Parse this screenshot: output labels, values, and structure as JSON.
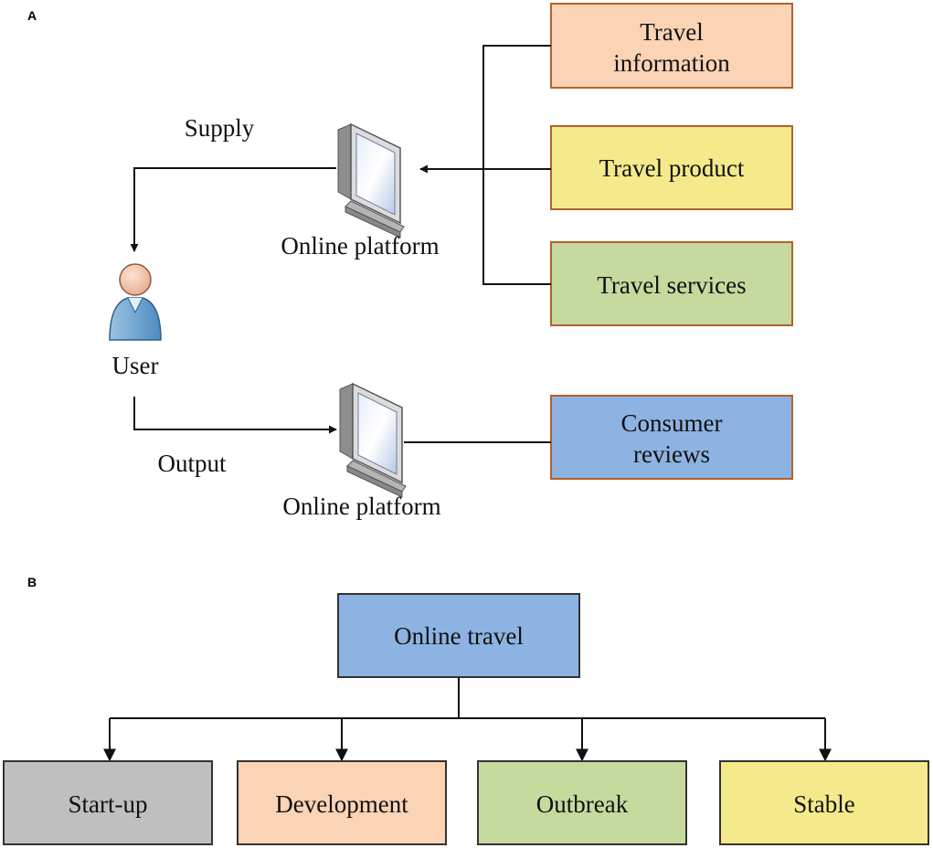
{
  "panel_a": {
    "tag": "A",
    "sources": [
      {
        "line1": "Travel",
        "line2": "information",
        "color": "#fbd3b5"
      },
      {
        "line1": "Travel product",
        "line2": "",
        "color": "#f4ea8b"
      },
      {
        "line1": "Travel services",
        "line2": "",
        "color": "#c6da9e"
      }
    ],
    "reviews": {
      "line1": "Consumer",
      "line2": "reviews",
      "color": "#8db3e2"
    },
    "supply_label": "Supply",
    "output_label": "Output",
    "platform_top_label": "Online platform",
    "platform_bottom_label": "Online platform",
    "user_label": "User"
  },
  "panel_b": {
    "tag": "B",
    "root": {
      "label": "Online travel",
      "color": "#8db3e2"
    },
    "stages": [
      {
        "label": "Start-up",
        "color": "#bfbfbf"
      },
      {
        "label": "Development",
        "color": "#fbd3b5"
      },
      {
        "label": "Outbreak",
        "color": "#c6da9e"
      },
      {
        "label": "Stable",
        "color": "#f4ea8b"
      }
    ]
  }
}
